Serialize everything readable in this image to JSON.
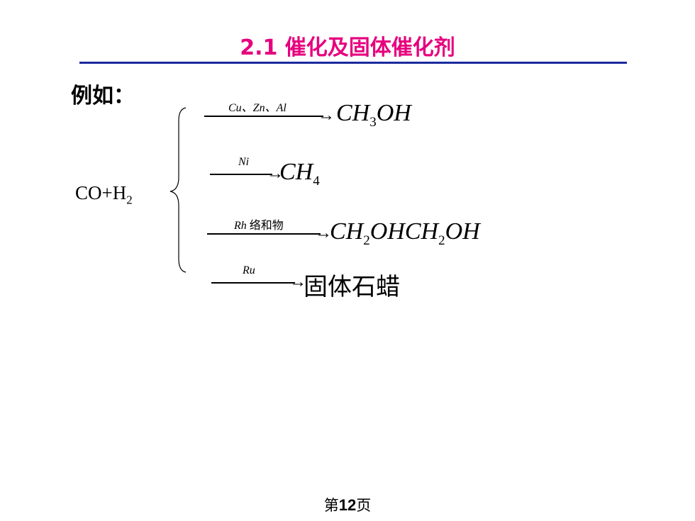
{
  "title": "2.1 催化及固体催化剂",
  "example_label": "例如：",
  "reactant": {
    "main": "CO+H",
    "sub": "2"
  },
  "reactions": [
    {
      "catalyst": "Cu、Zn、Al",
      "product_parts": [
        "CH",
        "3",
        "OH"
      ]
    },
    {
      "catalyst": "Ni",
      "product_parts": [
        "CH",
        "4"
      ]
    },
    {
      "catalyst_italic": "Rh",
      "catalyst_cn": " 络和物",
      "product_parts": [
        "CH",
        "2",
        "OHCH",
        "2",
        "OH"
      ]
    },
    {
      "catalyst": "Ru",
      "product": "固体石蜡"
    }
  ],
  "page": {
    "prefix": "第",
    "number": "12",
    "suffix": "页"
  },
  "colors": {
    "title": "#e6007e",
    "rule": "#1a2a9c"
  }
}
